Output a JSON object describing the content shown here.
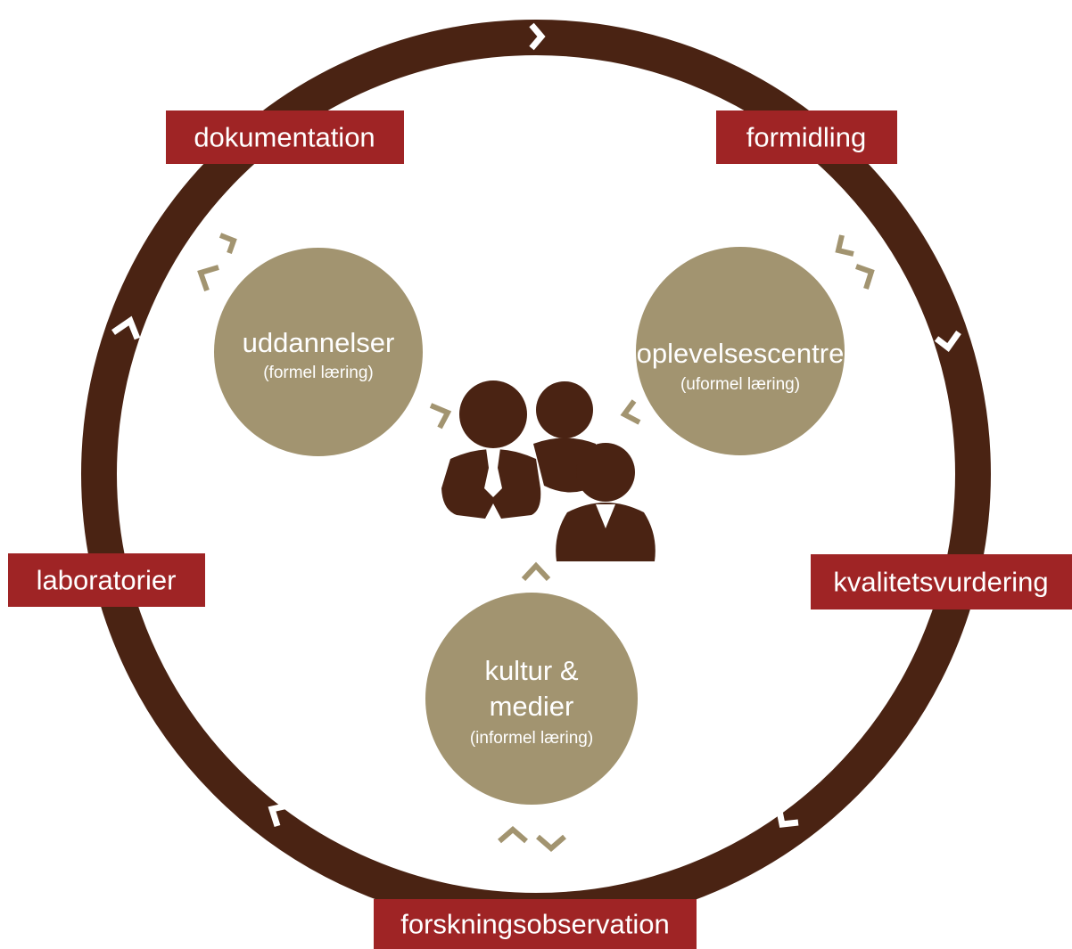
{
  "colors": {
    "ring": "#4a2313",
    "label_box": "#9f2425",
    "circle": "#a29470",
    "people": "#4a2313",
    "text": "#ffffff"
  },
  "ring_labels": {
    "dokumentation": "dokumentation",
    "formidling": "formidling",
    "laboratorier": "laboratorier",
    "kvalitetsvurdering": "kvalitetsvurdering",
    "forskningsobservation": "forskningsobservation"
  },
  "circles": {
    "uddannelser": {
      "title": "uddannelser",
      "subtitle": "(formel læring)"
    },
    "oplevelsescentre": {
      "title": "oplevelsescentre",
      "subtitle": "(uformel læring)"
    },
    "kultur": {
      "title_line1": "kultur &",
      "title_line2": "medier",
      "subtitle": "(informel læring)"
    }
  },
  "icons": {
    "center": "people-group-icon",
    "ring_arrows": "chevron-icon",
    "flow_arrows": "chevron-icon"
  }
}
